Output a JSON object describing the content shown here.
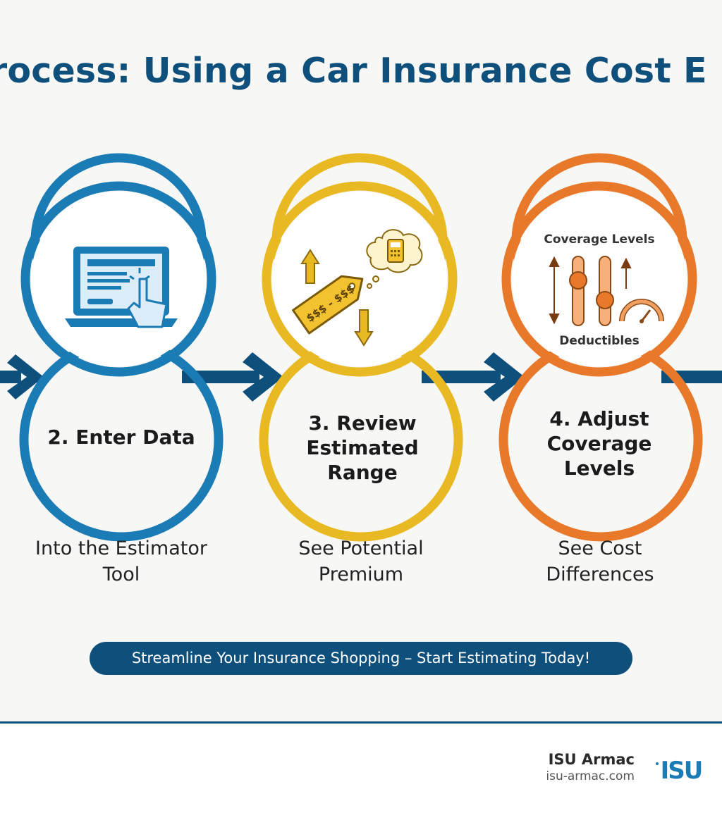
{
  "title": "rocess: Using a Car Insurance Cost E",
  "colors": {
    "blue": "#1a7bb5",
    "yellow": "#e8b923",
    "orange": "#e8792a",
    "navy": "#0e4f7c"
  },
  "steps": [
    {
      "title": "2. Enter Data",
      "description": "Into the Estimator Tool",
      "icon": "laptop-form-icon"
    },
    {
      "title": "3. Review Estimated Range",
      "description": "See Potential Premium",
      "icon": "price-tag-icon",
      "tag_text": "$$$ - $$$"
    },
    {
      "title": "4. Adjust Coverage Levels",
      "description": "See Cost Differences",
      "icon": "sliders-icon",
      "label_top": "Coverage Levels",
      "label_bottom": "Deductibles"
    }
  ],
  "cta": "Streamline Your Insurance Shopping – Start Estimating Today!",
  "brand": {
    "name": "ISU Armac",
    "url": "isu-armac.com",
    "logo_text": "ISU"
  }
}
